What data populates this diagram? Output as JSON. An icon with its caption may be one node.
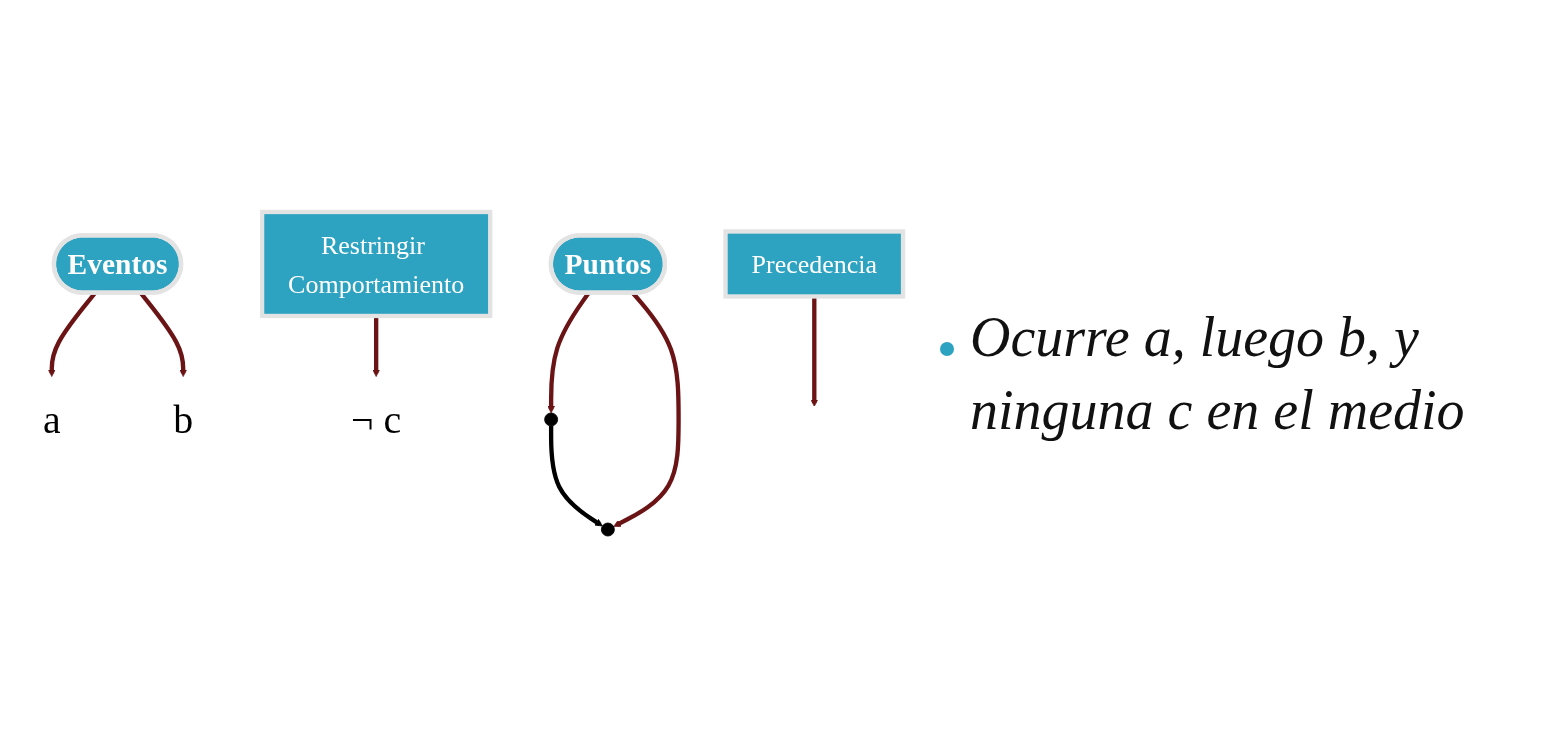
{
  "diagram": {
    "nodes": [
      {
        "text": [
          "Eventos"
        ]
      },
      {
        "text": [
          "Restringir Comportamiento"
        ]
      },
      {
        "text": [
          "a"
        ]
      },
      {
        "text": [],
        "shape": "circle"
      },
      {
        "text": [
          "¬ c"
        ]
      },
      {
        "text": [
          "b"
        ]
      },
      {
        "text": [],
        "shape": "circle"
      },
      {
        "text": [
          "Puntos"
        ]
      },
      {
        "text": [
          "Precedencia"
        ]
      }
    ],
    "edges": [
      {
        "from": 0,
        "to": 2,
        "arrow": "to"
      },
      {
        "from": 0,
        "to": 5,
        "arrow": "to"
      },
      {
        "from": 1,
        "to": 4,
        "arrow": "to"
      },
      {
        "from": 3,
        "to": 6,
        "arrow": "to",
        "color": "#000000"
      },
      {
        "from": 7,
        "to": 3,
        "arrow": "to"
      },
      {
        "from": 7,
        "to": 6,
        "arrow": "to"
      },
      {
        "from": 8,
        "to": null,
        "arrow": "to"
      }
    ],
    "labels": [
      "Ocurre a, luego b, y ninguna c en el medio"
    ]
  }
}
